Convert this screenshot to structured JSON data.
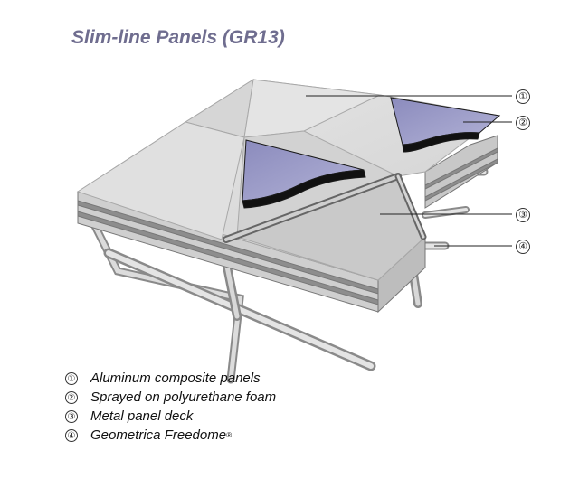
{
  "title": "Slim-line Panels (GR13)",
  "colors": {
    "title": "#6f6d8f",
    "panel_face": "#dcdcdc",
    "panel_shade": "#c6c6c6",
    "foam": "#9b9bc6",
    "frame": "#b8b8b8",
    "dark_edge": "#1a1a1a"
  },
  "callouts": [
    {
      "marker": "①",
      "label": "Aluminum composite panels"
    },
    {
      "marker": "②",
      "label": "Sprayed on polyurethane foam"
    },
    {
      "marker": "③",
      "label": "Metal panel deck"
    },
    {
      "marker": "④",
      "label": "Geometrica Freedome",
      "suffix": "®"
    }
  ]
}
